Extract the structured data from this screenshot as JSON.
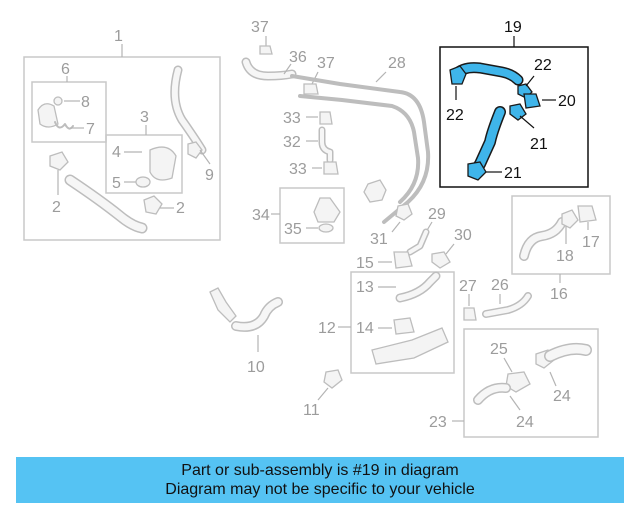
{
  "callouts": {
    "c1": "1",
    "c2a": "2",
    "c2b": "2",
    "c3": "3",
    "c4": "4",
    "c5": "5",
    "c6": "6",
    "c7": "7",
    "c8": "8",
    "c9": "9",
    "c10": "10",
    "c11": "11",
    "c12": "12",
    "c13": "13",
    "c14": "14",
    "c15": "15",
    "c16": "16",
    "c17": "17",
    "c18": "18",
    "c19": "19",
    "c20": "20",
    "c21a": "21",
    "c21b": "21",
    "c22a": "22",
    "c22b": "22",
    "c23": "23",
    "c24a": "24",
    "c24b": "24",
    "c25": "25",
    "c26": "26",
    "c27": "27",
    "c28": "28",
    "c29": "29",
    "c30": "30",
    "c31": "31",
    "c32": "32",
    "c33a": "33",
    "c33b": "33",
    "c34": "34",
    "c35": "35",
    "c36": "36",
    "c37a": "37",
    "c37b": "37"
  },
  "highlight": {
    "part": "19",
    "color": "#3fb5ea"
  },
  "banner": {
    "line1": "Part or sub-assembly is #19 in diagram",
    "line2": "Diagram may not be specific to your vehicle",
    "color": "#55c3f3"
  }
}
